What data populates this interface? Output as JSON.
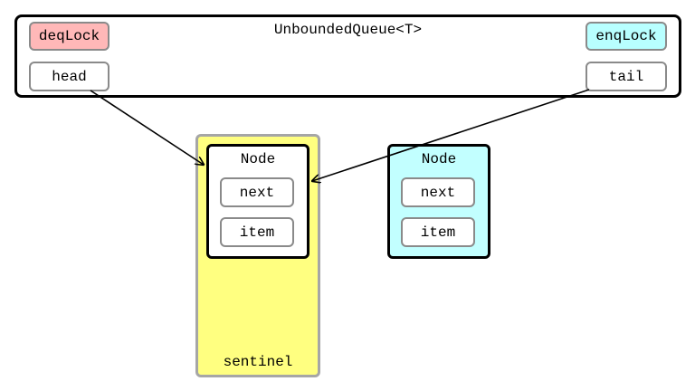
{
  "queue": {
    "title": "UnboundedQueue<T>",
    "deq_lock": "deqLock",
    "enq_lock": "enqLock",
    "head": "head",
    "tail": "tail"
  },
  "sentinel": {
    "label": "sentinel",
    "node": {
      "title": "Node",
      "next": "next",
      "item": "item"
    }
  },
  "second_node": {
    "title": "Node",
    "next": "next",
    "item": "item"
  },
  "colors": {
    "deq_lock_fill": "#ffb8b8",
    "enq_lock_fill": "#b8ffff",
    "sentinel_fill": "#ffff80",
    "second_node_fill": "#c2ffff"
  }
}
